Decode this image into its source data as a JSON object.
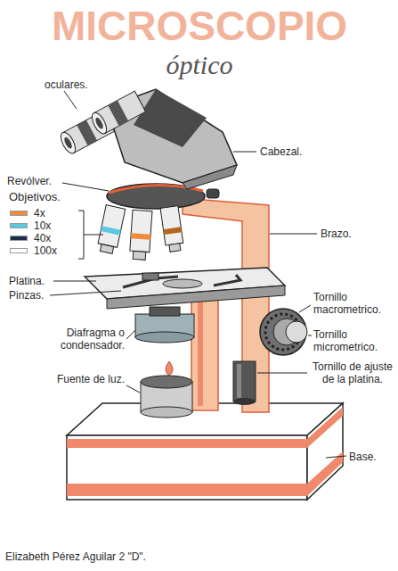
{
  "diagram": {
    "title": "MICROSCOPIO óptico",
    "labels": [
      "oculares.",
      "Cabezal.",
      "Revólver.",
      "Objetivos.",
      "Brazo.",
      "Platina.",
      "Pinzas.",
      "Tornillo macrometrico.",
      "Tornillo micrometrico.",
      "Diafragma o condensador.",
      "Fuente de luz.",
      "Tornillo de ajuste de la platina.",
      "Base.",
      "Elizabeth Pérez Aguilar 2 \"D\"."
    ],
    "legend": [
      {
        "text": "4x",
        "color": "#f08a3c"
      },
      {
        "text": "10x",
        "color": "#5bc8e0"
      },
      {
        "text": "40x",
        "color": "#1f2d4a"
      },
      {
        "text": "100x",
        "color": "#ffffff"
      }
    ]
  }
}
